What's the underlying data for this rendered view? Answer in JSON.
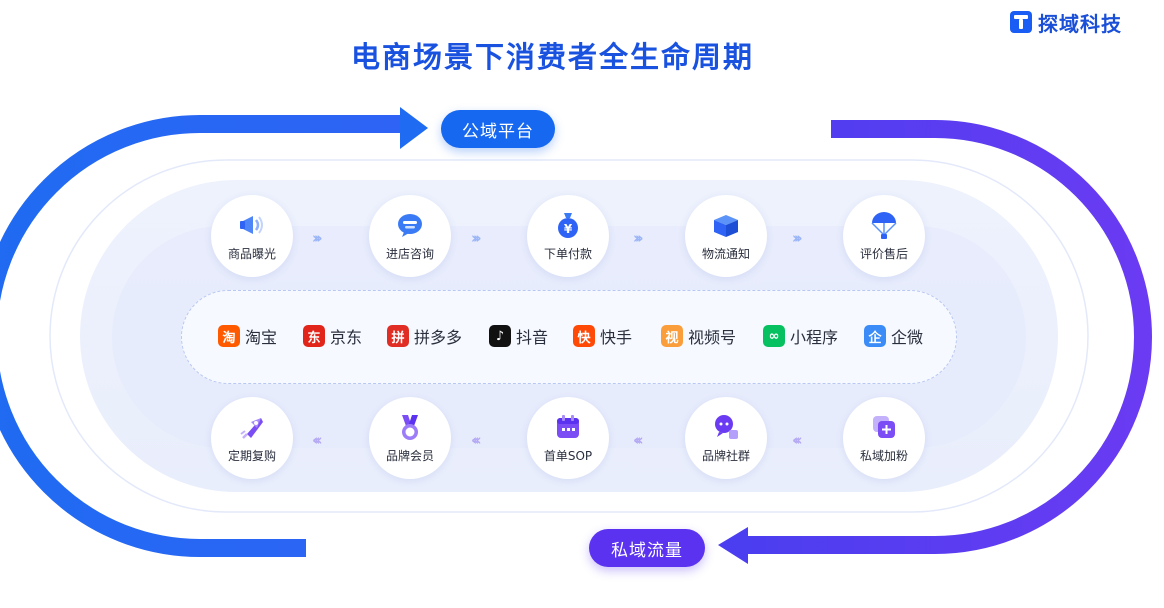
{
  "brand": {
    "name": "探域科技"
  },
  "title": "电商场景下消费者全生命周期",
  "public_domain_label": "公域平台",
  "private_domain_label": "私域流量",
  "top_stages": [
    {
      "label": "商品曝光",
      "icon": "megaphone-icon"
    },
    {
      "label": "进店咨询",
      "icon": "chat-bubble-icon"
    },
    {
      "label": "下单付款",
      "icon": "money-bag-icon"
    },
    {
      "label": "物流通知",
      "icon": "package-box-icon"
    },
    {
      "label": "评价售后",
      "icon": "parachute-icon"
    }
  ],
  "platforms": [
    {
      "label": "淘宝",
      "glyph": "淘",
      "color": "#ff5a00"
    },
    {
      "label": "京东",
      "glyph": "东",
      "color": "#e1251b"
    },
    {
      "label": "拼多多",
      "glyph": "拼",
      "color": "#e02e24"
    },
    {
      "label": "抖音",
      "glyph": "♪",
      "color": "#111111"
    },
    {
      "label": "快手",
      "glyph": "快",
      "color": "#ff4906"
    },
    {
      "label": "视频号",
      "glyph": "视",
      "color": "#fa9d3b"
    },
    {
      "label": "小程序",
      "glyph": "∞",
      "color": "#07c160"
    },
    {
      "label": "企微",
      "glyph": "企",
      "color": "#3b8cf7"
    }
  ],
  "bottom_stages": [
    {
      "label": "定期复购",
      "icon": "rocket-icon"
    },
    {
      "label": "品牌会员",
      "icon": "medal-icon"
    },
    {
      "label": "首单SOP",
      "icon": "calendar-icon"
    },
    {
      "label": "品牌社群",
      "icon": "group-chat-icon"
    },
    {
      "label": "私域加粉",
      "icon": "add-fan-icon"
    }
  ],
  "colors": {
    "public_blue": "#1768f0",
    "private_purple": "#5a32f0",
    "title_blue": "#1a52e0"
  }
}
